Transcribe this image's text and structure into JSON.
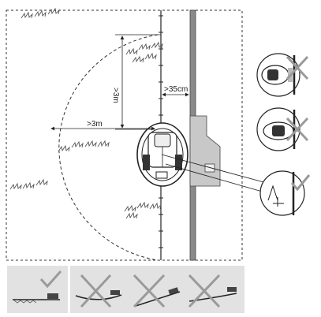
{
  "labels": {
    "vertical_distance": ">3m",
    "wire_distance": ">35cm",
    "horizontal_distance": ">3m"
  },
  "colors": {
    "line": "#222222",
    "wall": "#8a8a8a",
    "station": "#c8c8c8",
    "panel": "#e2e2e2",
    "good": "#9a9a9a",
    "bad": "#9a9a9a"
  },
  "icons": {
    "good": "check-mark-icon",
    "bad": "cross-mark-icon",
    "plant": "grass-icon",
    "mower": "robotic-mower-icon"
  },
  "side_views": [
    {
      "name": "station-approach-rear-view",
      "verdict": "bad"
    },
    {
      "name": "station-approach-front-view",
      "verdict": "bad"
    },
    {
      "name": "station-closeup-view",
      "verdict": "good"
    }
  ],
  "ground_panels": [
    {
      "name": "ground-flat",
      "verdict": "good"
    },
    {
      "name": "ground-dip",
      "verdict": "bad"
    },
    {
      "name": "ground-slope",
      "verdict": "bad"
    },
    {
      "name": "ground-bump",
      "verdict": "bad"
    }
  ]
}
